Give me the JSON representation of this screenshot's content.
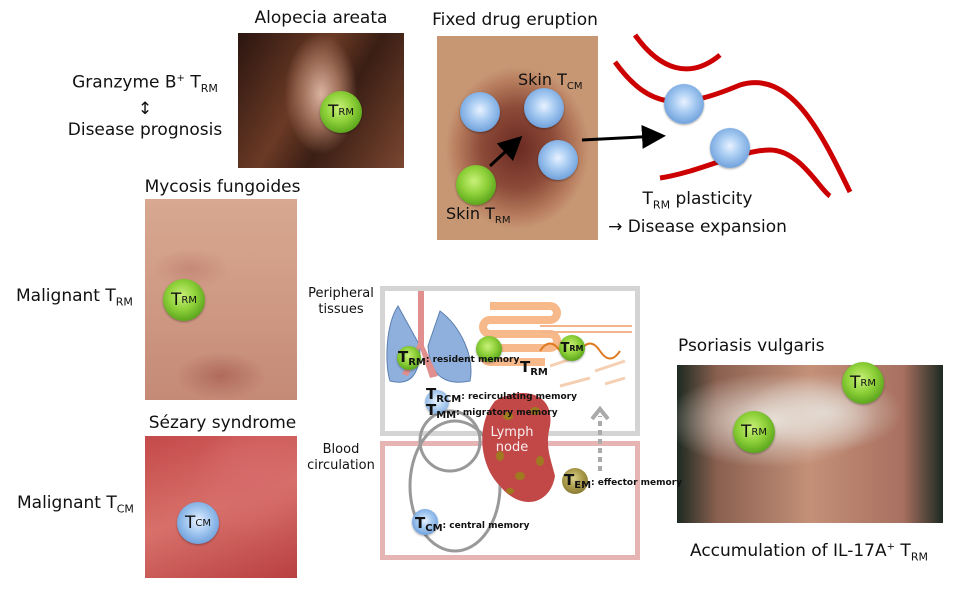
{
  "alopecia": {
    "title": "Alopecia areata",
    "cell": {
      "main": "T",
      "sub": "RM"
    }
  },
  "granzyme": {
    "line1": "Granzyme B",
    "sup": "+",
    "t": " T",
    "sub": "RM",
    "arrow": "↕",
    "line2": "Disease prognosis"
  },
  "fde": {
    "title": "Fixed drug eruption",
    "skin_tcm": {
      "main": "Skin T",
      "sub": "CM"
    },
    "skin_trm": {
      "main": "Skin T",
      "sub": "RM"
    }
  },
  "plasticity": {
    "t": "T",
    "sub": "RM",
    "text": " plasticity",
    "line2": "→ Disease expansion"
  },
  "mycosis": {
    "title": "Mycosis fungoides",
    "label": "Malignant T",
    "label_sub": "RM",
    "cell": {
      "main": "T",
      "sub": "RM"
    }
  },
  "sezary": {
    "title": "Sézary syndrome",
    "label": "Malignant T",
    "label_sub": "CM",
    "cell": {
      "main": "T",
      "sub": "CM"
    }
  },
  "diagram": {
    "peripheral": "Peripheral tissues",
    "blood": "Blood circulation",
    "lymph": "Lymph node",
    "trm": {
      "t": "T",
      "sub": "RM",
      "desc": ": resident memory"
    },
    "trm2": {
      "t": "T",
      "sub": "RM"
    },
    "trcm": {
      "t": "T",
      "sub": "RCM",
      "desc": ": recirculating memory"
    },
    "tmm": {
      "t": "T",
      "sub": "MM",
      "desc": ": migratory memory"
    },
    "tem": {
      "t": "T",
      "sub": "EM",
      "desc": ": effector memory"
    },
    "tcm": {
      "t": "T",
      "sub": "CM",
      "desc": ": central memory"
    },
    "colors": {
      "tissue_box": "#d4d4d4",
      "blood_box": "#e7b4b4",
      "lymph": "#c24848"
    }
  },
  "psoriasis": {
    "title": "Psoriasis vulgaris",
    "cell": {
      "main": "T",
      "sub": "RM"
    },
    "caption": "Accumulation of IL-17A",
    "caption_sup": "+",
    "caption_t": " T",
    "caption_sub": "RM"
  }
}
